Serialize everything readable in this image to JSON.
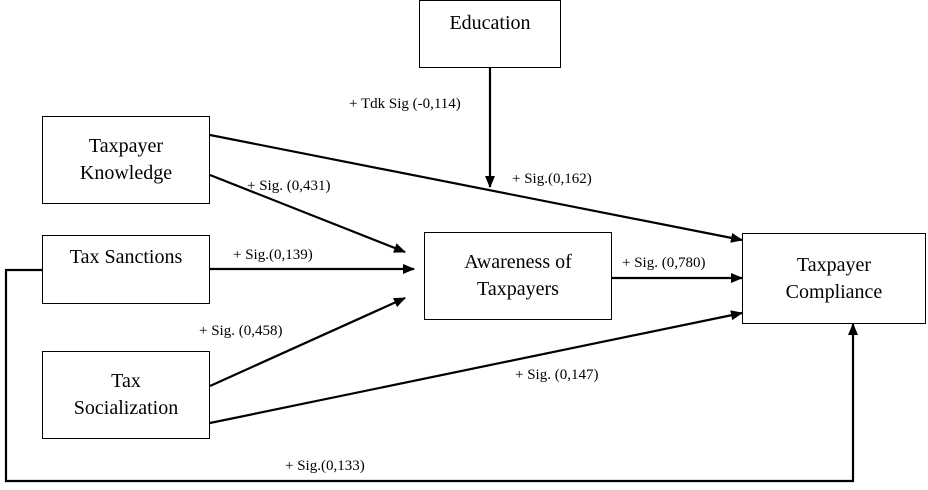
{
  "nodes": {
    "education": {
      "line1": "Education",
      "line2": ""
    },
    "knowledge": {
      "line1": "Taxpayer",
      "line2": "Knowledge"
    },
    "sanctions": {
      "line1": "Tax Sanctions",
      "line2": ""
    },
    "socialization": {
      "line1": "Tax",
      "line2": "Socialization"
    },
    "awareness": {
      "line1": "Awareness of",
      "line2": "Taxpayers"
    },
    "compliance": {
      "line1": "Taxpayer",
      "line2": "Compliance"
    }
  },
  "edges": {
    "education_moderation": "+ Tdk Sig (-0,114)",
    "knowledge_compliance": "+ Sig.(0,162)",
    "knowledge_awareness": "+ Sig. (0,431)",
    "sanctions_awareness": "+ Sig.(0,139)",
    "awareness_compliance": "+ Sig. (0,780)",
    "socialization_awareness": "+ Sig. (0,458)",
    "socialization_compliance": "+ Sig. (0,147)",
    "sanctions_compliance": "+ Sig.(0,133)"
  }
}
